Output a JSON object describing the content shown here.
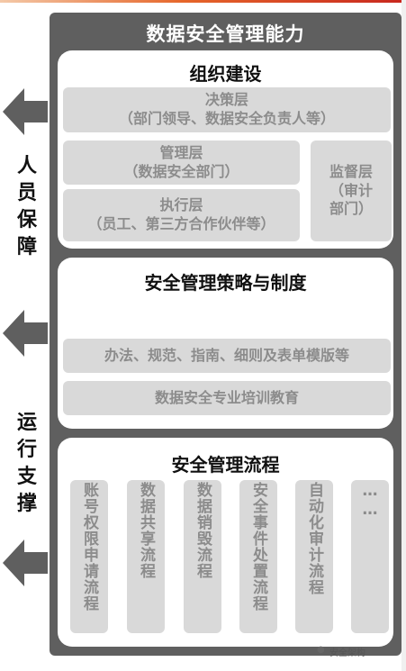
{
  "title": "数据安全管理能力",
  "side_labels": {
    "personnel": "人员保障",
    "operation": "运行支撑"
  },
  "organization": {
    "title": "组织建设",
    "decision": {
      "name": "决策层",
      "desc": "（部门领导、数据安全负责人等）"
    },
    "management": {
      "name": "管理层",
      "desc": "（数据安全部门）"
    },
    "execution": {
      "name": "执行层",
      "desc": "（员工、第三方合作伙伴等）"
    },
    "supervision": {
      "name": "监督层",
      "desc": "（审计部门）"
    }
  },
  "policy": {
    "title": "安全管理策略与制度",
    "items": [
      "办法、规范、指南、细则及表单模版等",
      "数据安全专业培训教育"
    ]
  },
  "process": {
    "title": "安全管理流程",
    "items": [
      "账号权限申请流程",
      "数据共享流程",
      "数据销毁流程",
      "安全事件处置流程",
      "自动化审计流程",
      "……"
    ]
  },
  "watermark": "安全架构",
  "colors": {
    "frame": "#5f5f5f",
    "box": "#d9d9d9",
    "box_text": "#8c8c8c",
    "arrow": "#5f5f5f"
  }
}
